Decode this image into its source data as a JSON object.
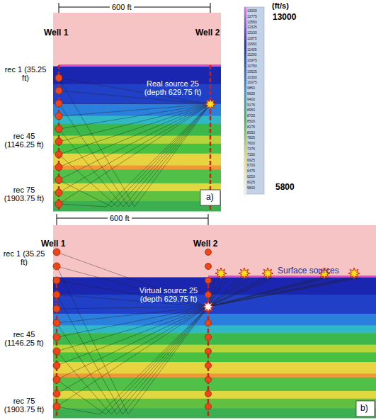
{
  "diagram": {
    "labels": [
      "600 ft",
      "Well 1",
      "Well 2",
      "rec 1 (35.25 ft)",
      "rec 45 (1146.25 ft)",
      "rec 75 (1903.75 ft)",
      "Real source 25 (depth 629.75 ft)",
      "a)",
      "(ft/s)",
      "13000",
      "13000",
      "12775",
      "12550",
      "12325",
      "12100",
      "11875",
      "11650",
      "11425",
      "11200",
      "10975",
      "10750",
      "10525",
      "10300",
      "10075",
      "9850",
      "9625",
      "9400",
      "9175",
      "8950",
      "8725",
      "8500",
      "8275",
      "8050",
      "7825",
      "7600",
      "7375",
      "7150",
      "6925",
      "6700",
      "6475",
      "6250",
      "6025",
      "5800",
      "5800",
      "600 ft",
      "Well 1",
      "Well 2",
      "Surface sources",
      "rec 1 (35.25 ft)",
      "Virtual source 25 (depth 629.75 ft)",
      "rec 45 (1146.25 ft)",
      "rec 75 (1903.75 ft)",
      "b)"
    ]
  }
}
